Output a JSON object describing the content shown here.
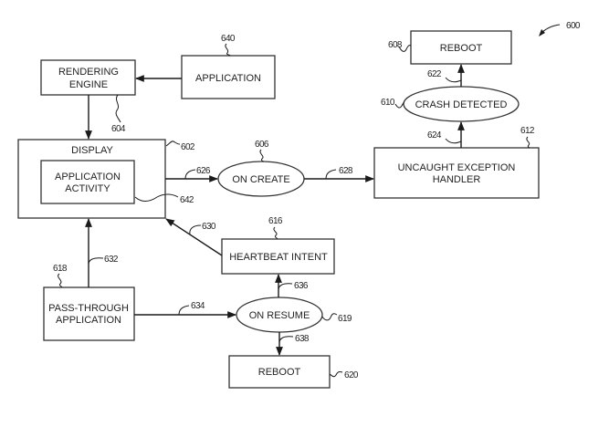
{
  "figure": {
    "ref": "600"
  },
  "nodes": {
    "rendering_engine": {
      "line1": "RENDERING",
      "line2": "ENGINE",
      "ref": "604"
    },
    "application": {
      "label": "APPLICATION",
      "ref": "640"
    },
    "display": {
      "label": "DISPLAY",
      "ref": "602"
    },
    "application_activity": {
      "line1": "APPLICATION",
      "line2": "ACTIVITY",
      "ref": "642"
    },
    "on_create": {
      "label": "ON CREATE",
      "ref": "606"
    },
    "reboot_top": {
      "label": "REBOOT",
      "ref": "608"
    },
    "crash_detected": {
      "label": "CRASH DETECTED",
      "ref": "610"
    },
    "uncaught_exception_handler": {
      "line1": "UNCAUGHT EXCEPTION",
      "line2": "HANDLER",
      "ref": "612"
    },
    "heartbeat_intent": {
      "label": "HEARTBEAT INTENT",
      "ref": "616"
    },
    "pass_through_application": {
      "line1": "PASS-THROUGH",
      "line2": "APPLICATION",
      "ref": "618"
    },
    "on_resume": {
      "label": "ON RESUME",
      "ref": "619"
    },
    "reboot_bottom": {
      "label": "REBOOT",
      "ref": "620"
    }
  },
  "edges": {
    "e622": {
      "ref": "622",
      "from": "CRASH DETECTED",
      "to": "REBOOT"
    },
    "e624": {
      "ref": "624",
      "from": "UNCAUGHT EXCEPTION HANDLER",
      "to": "CRASH DETECTED"
    },
    "e626": {
      "ref": "626",
      "from": "DISPLAY",
      "to": "ON CREATE"
    },
    "e628": {
      "ref": "628",
      "from": "ON CREATE",
      "to": "UNCAUGHT EXCEPTION HANDLER"
    },
    "e630": {
      "ref": "630",
      "from": "HEARTBEAT INTENT",
      "to": "DISPLAY"
    },
    "e632": {
      "ref": "632",
      "from": "PASS-THROUGH APPLICATION",
      "to": "DISPLAY"
    },
    "e634": {
      "ref": "634",
      "from": "PASS-THROUGH APPLICATION",
      "to": "ON RESUME"
    },
    "e636": {
      "ref": "636",
      "from": "ON RESUME",
      "to": "HEARTBEAT INTENT"
    },
    "e638": {
      "ref": "638",
      "from": "ON RESUME",
      "to": "REBOOT"
    }
  }
}
